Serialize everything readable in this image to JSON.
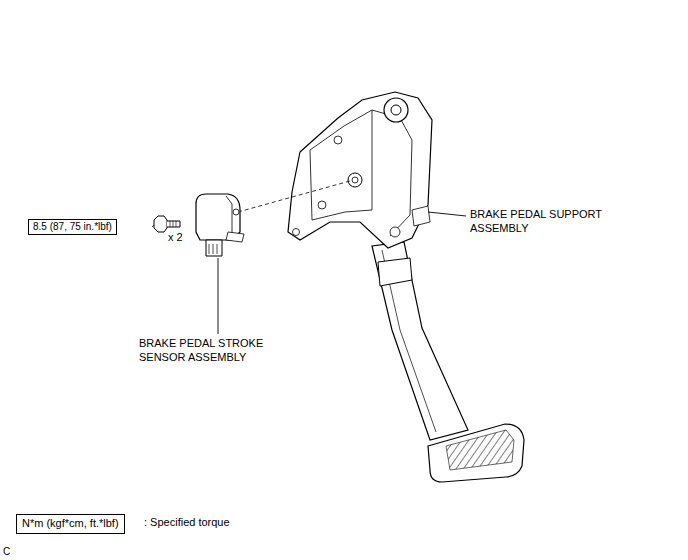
{
  "diagram": {
    "nodes": [
      {
        "text": [
          "8.5 (87, 75 in.*lbf)"
        ]
      },
      {
        "text": [
          "N*m (kgf*cm, ft.*lbf)"
        ]
      }
    ],
    "edges": [],
    "labels": [
      "x 2",
      "BRAKE PEDAL SUPPORT ASSEMBLY",
      "BRAKE PEDAL STROKE SENSOR ASSEMBLY",
      ": Specified torque",
      "C"
    ]
  }
}
